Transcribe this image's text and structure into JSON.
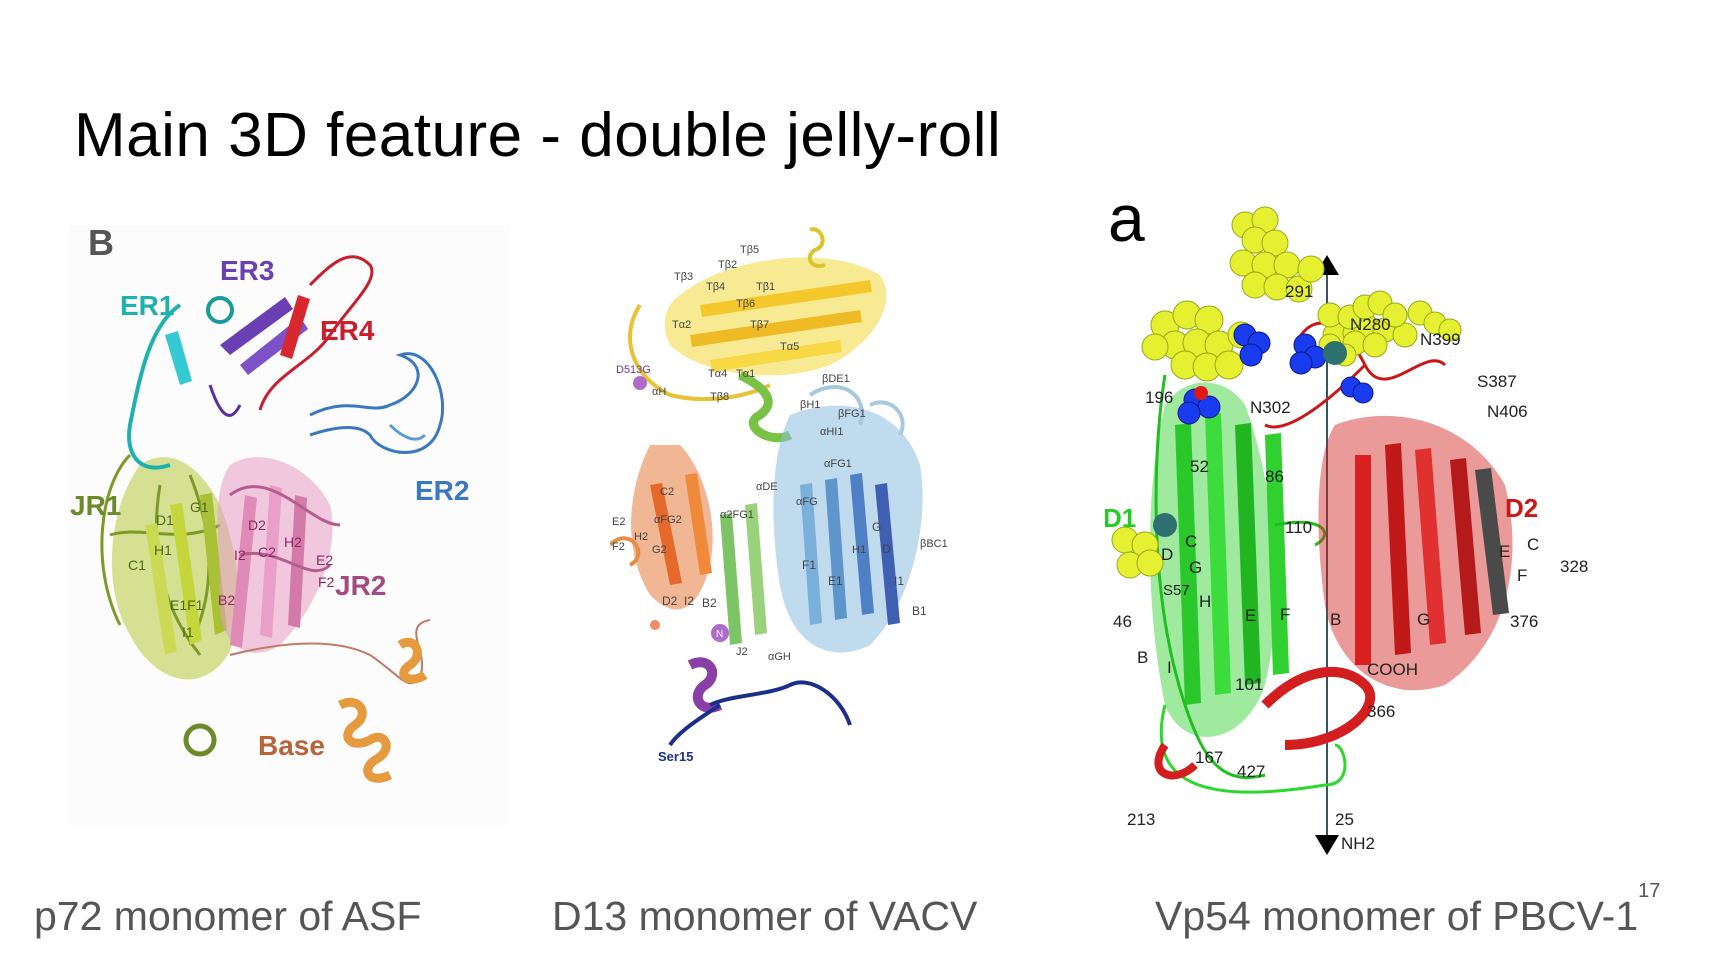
{
  "slide": {
    "title": "Main 3D feature - double jelly-roll",
    "page_number": "17"
  },
  "panel_left": {
    "letter": "B",
    "labels": {
      "er1": "ER1",
      "er2": "ER2",
      "er3": "ER3",
      "er4": "ER4",
      "jr1": "JR1",
      "jr2": "JR2",
      "base": "Base",
      "d1": "D1",
      "g1": "G1",
      "h1": "H1",
      "c1": "C1",
      "e1f1": "E1F1",
      "i1": "I1",
      "d2": "D2",
      "c2": "C2",
      "h2": "H2",
      "e2": "E2",
      "f2": "F2",
      "i2": "I2",
      "b2": "B2"
    },
    "caption": "p72 monomer of ASF"
  },
  "panel_middle": {
    "labels": {
      "tb5": "Tβ5",
      "tb2": "Tβ2",
      "tb3": "Tβ3",
      "tb4": "Tβ4",
      "tb1": "Tβ1",
      "tb6": "Tβ6",
      "tb7": "Tβ7",
      "ta2": "Tα2",
      "ta5": "Tα5",
      "ta4": "Tα4",
      "ta1": "Tα1",
      "tb8": "Tβ8",
      "d513g": "D513G",
      "ah": "αH",
      "bde": "βDE1",
      "bh": "βH1",
      "bfg": "βFG1",
      "ahi": "αHI1",
      "afg1": "αFG1",
      "ade": "αDE",
      "afg": "αFG",
      "aefg": "α2FG1",
      "c2": "C2",
      "e2": "E2",
      "f2": "F2",
      "h2": "H2",
      "g2": "G2",
      "afg2": "αFG2",
      "g": "G",
      "d": "D",
      "bbc": "βBC1",
      "h1": "H1",
      "f1": "F1",
      "e1": "E1",
      "i1": "I1",
      "b1": "B1",
      "d2": "D2",
      "i2": "I2",
      "b2": "B2",
      "j2": "J2",
      "agh": "αGH",
      "n": "N",
      "ser15": "Ser15"
    },
    "caption": "D13 monomer of VACV"
  },
  "panel_right": {
    "letter": "a",
    "labels": {
      "n291": "291",
      "n280": "N280",
      "n399": "N399",
      "s387": "S387",
      "n406": "N406",
      "n196": "196",
      "n302": "N302",
      "n52": "52",
      "n86": "86",
      "d1": "D1",
      "d2": "D2",
      "n110": "110",
      "n328": "328",
      "s57": "S57",
      "n46": "46",
      "n376": "376",
      "n101": "101",
      "cooh": "COOH",
      "n366": "366",
      "n167": "167",
      "n427": "427",
      "n213": "213",
      "n25": "25",
      "nh2": "NH2",
      "b": "B",
      "c": "C",
      "d": "D",
      "e": "E",
      "f": "F",
      "g": "G",
      "h": "H",
      "i": "I",
      "b2": "B",
      "g2": "G",
      "f2": "F",
      "e2": "E",
      "c2": "C"
    },
    "caption": "Vp54 monomer of PBCV-1"
  },
  "colors": {
    "yellow_green": "#b7c93a",
    "pink": "#e79ac4",
    "purple": "#6a3fb4",
    "red": "#d21e1e",
    "cyan": "#1fb0b0",
    "blue": "#3a78c0",
    "orange": "#e59a3d",
    "green": "#2ad12a",
    "sphere_yellow": "#e4f030",
    "sphere_blue": "#1a3cf0"
  }
}
